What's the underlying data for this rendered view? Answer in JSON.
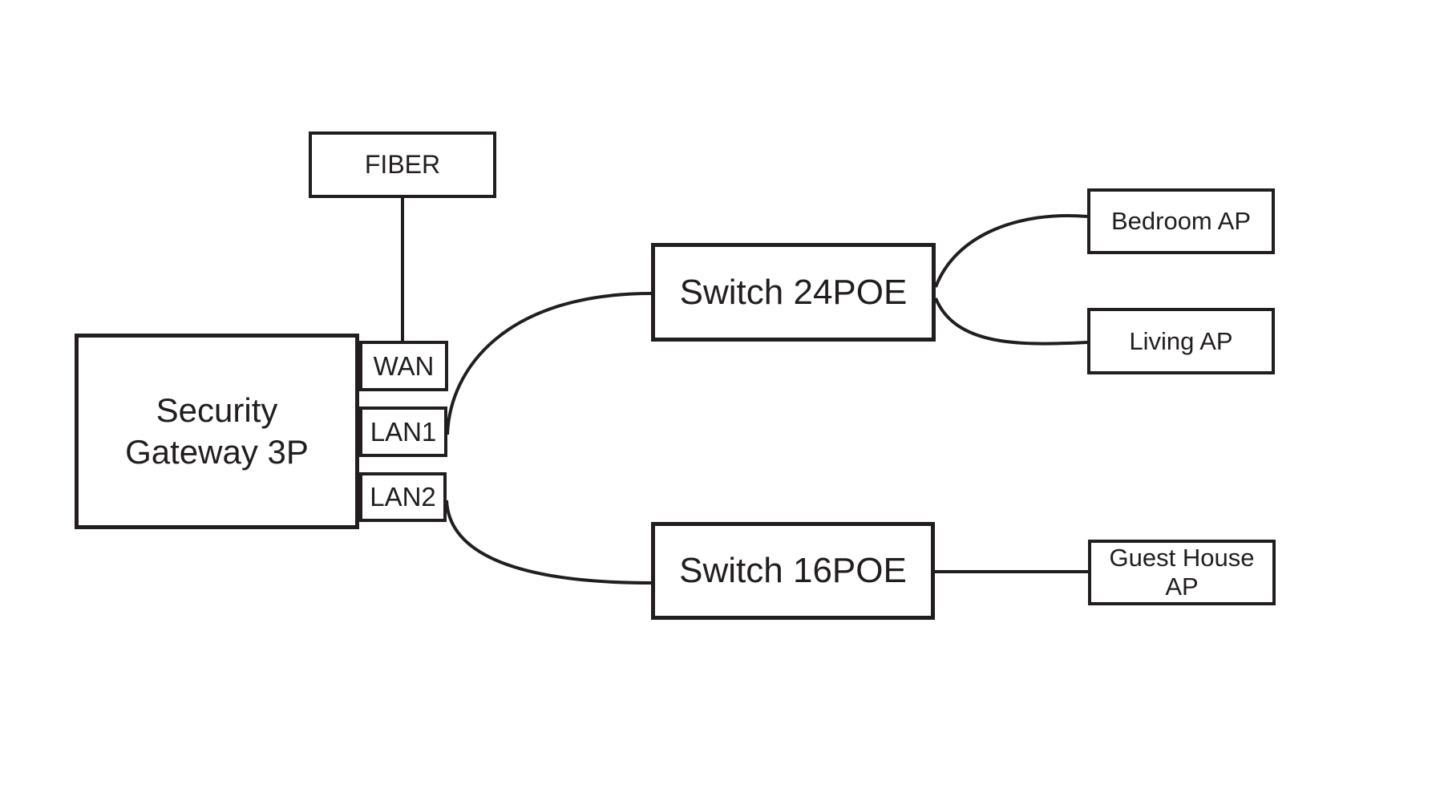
{
  "diagram": {
    "colors": {
      "background": "#ffffff",
      "stroke": "#221e1f",
      "text": "#221e1f"
    },
    "nodes": {
      "fiber": {
        "label": "FIBER"
      },
      "gateway": {
        "label": "Security Gateway 3P"
      },
      "port_wan": {
        "label": "WAN"
      },
      "port_lan1": {
        "label": "LAN1"
      },
      "port_lan2": {
        "label": "LAN2"
      },
      "switch24": {
        "label": "Switch 24POE"
      },
      "switch16": {
        "label": "Switch 16POE"
      },
      "bedroom_ap": {
        "label": "Bedroom AP"
      },
      "living_ap": {
        "label": "Living AP"
      },
      "guest_house_ap": {
        "label": "Guest House AP"
      }
    },
    "connections": [
      {
        "from": "FIBER",
        "to": "WAN"
      },
      {
        "from": "LAN1",
        "to": "Switch 24POE"
      },
      {
        "from": "LAN2",
        "to": "Switch 16POE"
      },
      {
        "from": "Switch 24POE",
        "to": "Bedroom AP"
      },
      {
        "from": "Switch 24POE",
        "to": "Living AP"
      },
      {
        "from": "Switch 16POE",
        "to": "Guest House AP"
      }
    ]
  }
}
